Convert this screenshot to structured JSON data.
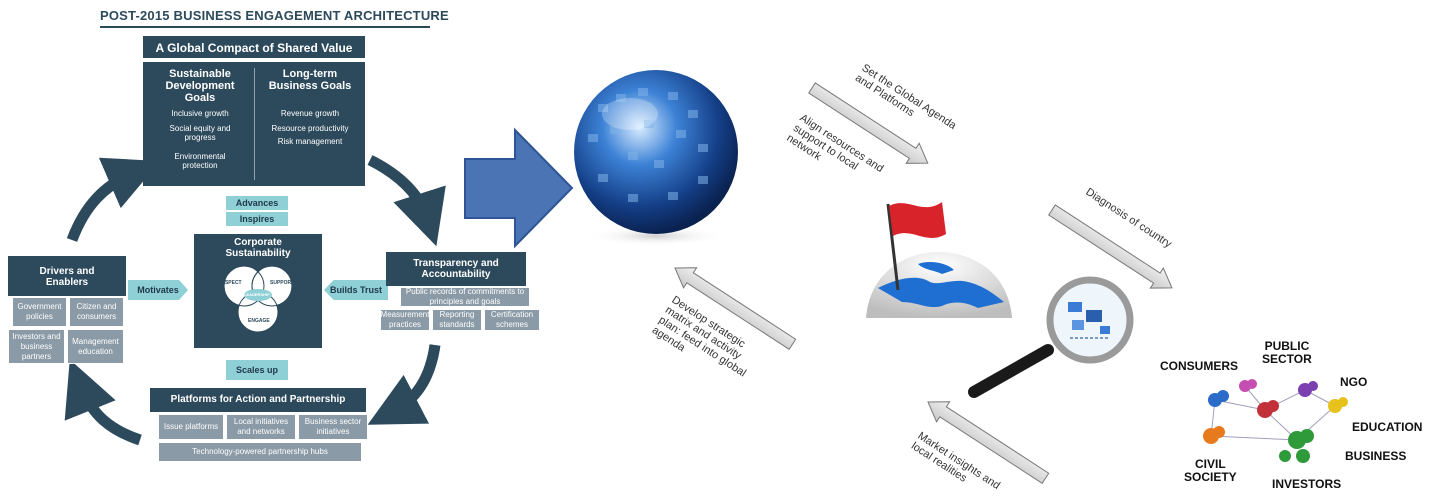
{
  "header": {
    "title": "POST-2015 BUSINESS ENGAGEMENT ARCHITECTURE"
  },
  "compact": {
    "title": "A Global Compact of Shared Value",
    "left_heading": "Sustainable Development Goals",
    "left_items": [
      "Inclusive growth",
      "Social equity and progress",
      "Environmental protection"
    ],
    "right_heading": "Long-term Business Goals",
    "right_items": [
      "Revenue growth",
      "Resource productivity",
      "Risk management"
    ]
  },
  "tabs": {
    "advances": "Advances",
    "inspires": "Inspires",
    "motivates": "Motivates",
    "builds_trust": "Builds Trust",
    "scales_up": "Scales up"
  },
  "corporate": {
    "title": "Corporate Sustainability",
    "respect": "RESPECT",
    "support": "SUPPORT",
    "leadership": "LEADERSHIP",
    "engage": "ENGAGE"
  },
  "drivers": {
    "title": "Drivers and Enablers",
    "items": [
      "Government policies",
      "Citizen and consumers",
      "Investors and business partners",
      "Management education"
    ]
  },
  "transparency": {
    "title": "Transparency and Accountability",
    "wide_item": "Public records of commitments to principles and goals",
    "items": [
      "Measurement practices",
      "Reporting standards",
      "Certification schemes"
    ]
  },
  "platforms": {
    "title": "Platforms for Action and Partnership",
    "items": [
      "Issue platforms",
      "Local initiatives and networks",
      "Business sector initiatives"
    ],
    "bottom": "Technology-powered partnership hubs"
  },
  "process": {
    "set_agenda": "Set the Global Agenda\nand Platforms",
    "align": "Align resources and\nsupport to local\nnetwork",
    "diagnosis": "Diagnosis of country",
    "develop": "Develop strategic\nmatrix and activity\nplan: feed into global\nagenda",
    "market": "Market insights and\nlocal realities"
  },
  "stakeholders": {
    "consumers": "CONSUMERS",
    "public_sector": "PUBLIC\nSECTOR",
    "ngo": "NGO",
    "education": "EDUCATION",
    "business": "BUSINESS",
    "civil_society": "CIVIL\nSOCIETY",
    "investors": "INVESTORS"
  },
  "colors": {
    "navy": "#2d4a5c",
    "teal": "#8fcfd6",
    "grey": "#8a9aa6",
    "blue_arrow": "#4a74b4",
    "flag_red": "#d9232a"
  }
}
